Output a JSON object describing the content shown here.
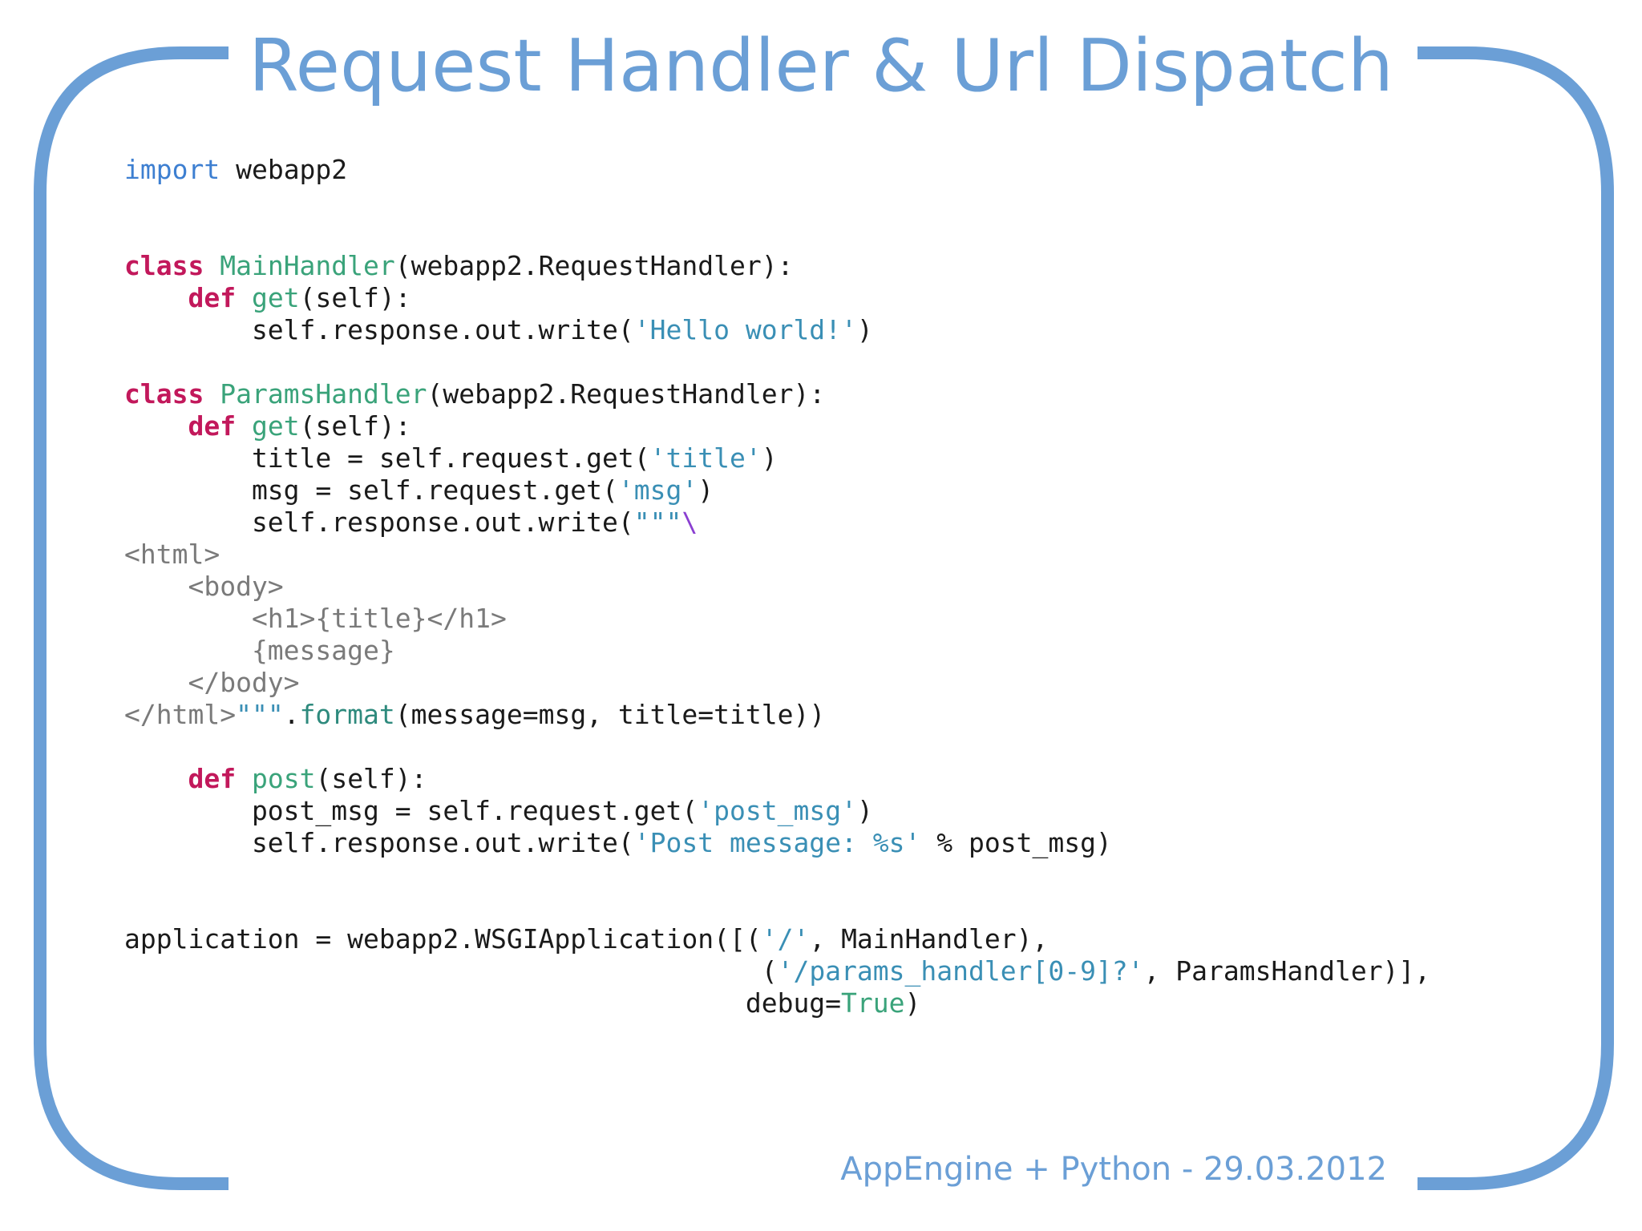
{
  "slide": {
    "title": "Request Handler & Url Dispatch",
    "footer": "AppEngine + Python - 29.03.2012",
    "accent_color": "#6b9fd6"
  },
  "code": {
    "language": "python",
    "lines": [
      [
        {
          "t": "import",
          "k": "imp"
        },
        {
          "t": " webapp2",
          "k": ""
        }
      ],
      [],
      [],
      [
        {
          "t": "class",
          "k": "kw"
        },
        {
          "t": " ",
          "k": ""
        },
        {
          "t": "MainHandler",
          "k": "cls"
        },
        {
          "t": "(webapp2.RequestHandler):",
          "k": ""
        }
      ],
      [
        {
          "t": "    ",
          "k": ""
        },
        {
          "t": "def",
          "k": "kw"
        },
        {
          "t": " ",
          "k": ""
        },
        {
          "t": "get",
          "k": "fn"
        },
        {
          "t": "(self):",
          "k": ""
        }
      ],
      [
        {
          "t": "        self.response.out.write(",
          "k": ""
        },
        {
          "t": "'Hello world!'",
          "k": "str"
        },
        {
          "t": ")",
          "k": ""
        }
      ],
      [],
      [
        {
          "t": "class",
          "k": "kw"
        },
        {
          "t": " ",
          "k": ""
        },
        {
          "t": "ParamsHandler",
          "k": "cls"
        },
        {
          "t": "(webapp2.RequestHandler):",
          "k": ""
        }
      ],
      [
        {
          "t": "    ",
          "k": ""
        },
        {
          "t": "def",
          "k": "kw"
        },
        {
          "t": " ",
          "k": ""
        },
        {
          "t": "get",
          "k": "fn"
        },
        {
          "t": "(self):",
          "k": ""
        }
      ],
      [
        {
          "t": "        title = self.request.get(",
          "k": ""
        },
        {
          "t": "'title'",
          "k": "str"
        },
        {
          "t": ")",
          "k": ""
        }
      ],
      [
        {
          "t": "        msg = self.request.get(",
          "k": ""
        },
        {
          "t": "'msg'",
          "k": "str"
        },
        {
          "t": ")",
          "k": ""
        }
      ],
      [
        {
          "t": "        self.response.out.write(",
          "k": ""
        },
        {
          "t": "\"\"\"",
          "k": "str"
        },
        {
          "t": "\\",
          "k": "esc"
        }
      ],
      [
        {
          "t": "<html>",
          "k": "html"
        }
      ],
      [
        {
          "t": "    <body>",
          "k": "html"
        }
      ],
      [
        {
          "t": "        <h1>{title}</h1>",
          "k": "html"
        }
      ],
      [
        {
          "t": "        {message}",
          "k": "html"
        }
      ],
      [
        {
          "t": "    </body>",
          "k": "html"
        }
      ],
      [
        {
          "t": "</html>",
          "k": "html"
        },
        {
          "t": "\"\"\"",
          "k": "str"
        },
        {
          "t": ".",
          "k": ""
        },
        {
          "t": "format",
          "k": "meth"
        },
        {
          "t": "(message=msg, title=title))",
          "k": ""
        }
      ],
      [],
      [
        {
          "t": "    ",
          "k": ""
        },
        {
          "t": "def",
          "k": "kw"
        },
        {
          "t": " ",
          "k": ""
        },
        {
          "t": "post",
          "k": "fn"
        },
        {
          "t": "(self):",
          "k": ""
        }
      ],
      [
        {
          "t": "        post_msg = self.request.get(",
          "k": ""
        },
        {
          "t": "'post_msg'",
          "k": "str"
        },
        {
          "t": ")",
          "k": ""
        }
      ],
      [
        {
          "t": "        self.response.out.write(",
          "k": ""
        },
        {
          "t": "'Post message: %s'",
          "k": "str"
        },
        {
          "t": " % post_msg)",
          "k": ""
        }
      ],
      [],
      [],
      [
        {
          "t": "application = webapp2.WSGIApplication([(",
          "k": ""
        },
        {
          "t": "'/'",
          "k": "str"
        },
        {
          "t": ", MainHandler),",
          "k": ""
        }
      ],
      [
        {
          "t": "                                        (",
          "k": ""
        },
        {
          "t": "'/params_handler[0-9]?'",
          "k": "str"
        },
        {
          "t": ", ParamsHandler)],",
          "k": ""
        }
      ],
      [
        {
          "t": "                                       debug=",
          "k": ""
        },
        {
          "t": "True",
          "k": "const"
        },
        {
          "t": ")",
          "k": ""
        }
      ]
    ]
  }
}
